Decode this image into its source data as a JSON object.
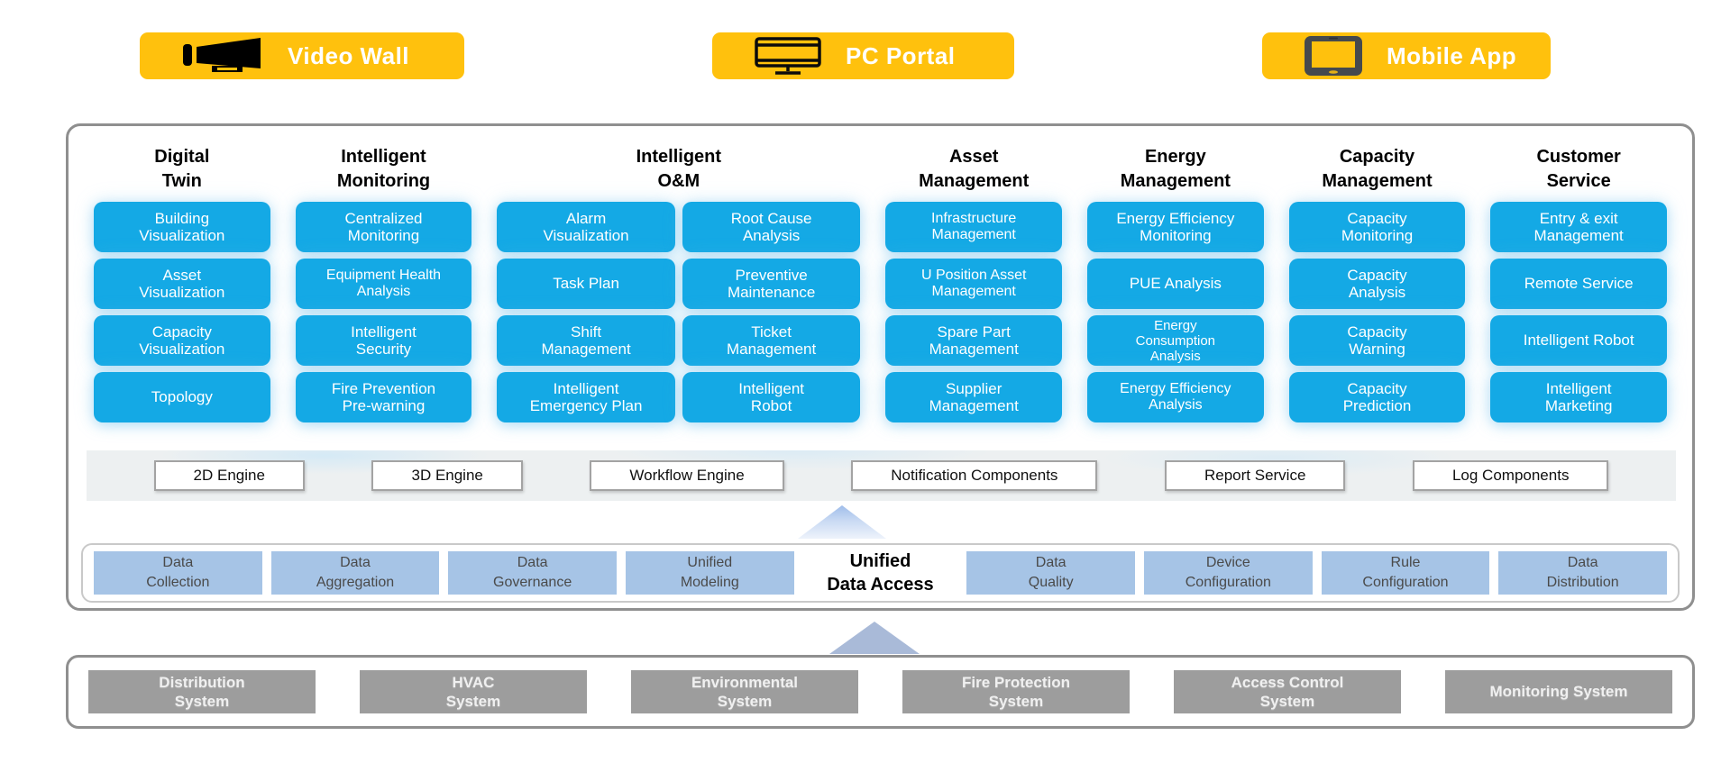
{
  "portals": [
    {
      "label": "Video Wall",
      "icon": "projector-icon"
    },
    {
      "label": "PC Portal",
      "icon": "monitor-icon"
    },
    {
      "label": "Mobile App",
      "icon": "tablet-icon"
    }
  ],
  "columns": [
    {
      "title": [
        "Digital",
        "Twin"
      ],
      "items": [
        [
          "Building",
          "Visualization"
        ],
        [
          "Asset",
          "Visualization"
        ],
        [
          "Capacity",
          "Visualization"
        ],
        [
          "Topology"
        ]
      ]
    },
    {
      "title": [
        "Intelligent",
        "Monitoring"
      ],
      "items": [
        [
          "Centralized",
          "Monitoring"
        ],
        [
          "Equipment Health",
          "Analysis"
        ],
        [
          "Intelligent",
          "Security"
        ],
        [
          "Fire Prevention",
          "Pre-warning"
        ]
      ]
    },
    {
      "title": [
        "Intelligent",
        "O&M"
      ],
      "left_items": [
        [
          "Alarm",
          "Visualization"
        ],
        [
          "Task Plan"
        ],
        [
          "Shift",
          "Management"
        ],
        [
          "Intelligent",
          "Emergency Plan"
        ]
      ],
      "right_items": [
        [
          "Root Cause",
          "Analysis"
        ],
        [
          "Preventive",
          "Maintenance"
        ],
        [
          "Ticket",
          "Management"
        ],
        [
          "Intelligent",
          "Robot"
        ]
      ]
    },
    {
      "title": [
        "Asset",
        "Management"
      ],
      "items": [
        [
          "Infrastructure",
          "Management"
        ],
        [
          "U Position Asset",
          "Management"
        ],
        [
          "Spare Part",
          "Management"
        ],
        [
          "Supplier",
          "Management"
        ]
      ]
    },
    {
      "title": [
        "Energy",
        "Management"
      ],
      "items": [
        [
          "Energy Efficiency",
          "Monitoring"
        ],
        [
          "PUE Analysis"
        ],
        [
          "Energy",
          "Consumption",
          "Analysis"
        ],
        [
          "Energy Efficiency",
          "Analysis"
        ]
      ]
    },
    {
      "title": [
        "Capacity",
        "Management"
      ],
      "items": [
        [
          "Capacity",
          "Monitoring"
        ],
        [
          "Capacity",
          "Analysis"
        ],
        [
          "Capacity",
          "Warning"
        ],
        [
          "Capacity",
          "Prediction"
        ]
      ]
    },
    {
      "title": [
        "Customer",
        "Service"
      ],
      "items": [
        [
          "Entry & exit",
          "Management"
        ],
        [
          "Remote Service"
        ],
        [
          "Intelligent Robot"
        ],
        [
          "Intelligent",
          "Marketing"
        ]
      ]
    }
  ],
  "engines": [
    "2D Engine",
    "3D Engine",
    "Workflow Engine",
    "Notification Components",
    "Report Service",
    "Log Components"
  ],
  "data_access": {
    "left": [
      [
        "Data",
        "Collection"
      ],
      [
        "Data",
        "Aggregation"
      ],
      [
        "Data",
        "Governance"
      ],
      [
        "Unified",
        "Modeling"
      ]
    ],
    "center": [
      "Unified",
      "Data Access"
    ],
    "right": [
      [
        "Data",
        "Quality"
      ],
      [
        "Device",
        "Configuration"
      ],
      [
        "Rule",
        "Configuration"
      ],
      [
        "Data",
        "Distribution"
      ]
    ]
  },
  "systems": [
    [
      "Distribution",
      "System"
    ],
    [
      "HVAC",
      "System"
    ],
    [
      "Environmental",
      "System"
    ],
    [
      "Fire Protection",
      "System"
    ],
    [
      "Access Control",
      "System"
    ],
    [
      "Monitoring System"
    ]
  ],
  "colors": {
    "portal_yellow": "#FFC10D",
    "module_blue": "#14A9E5",
    "data_blue": "#A6C4E6",
    "system_gray": "#9D9D9D",
    "panel_border": "#8F8F8F",
    "arrow_blue": "#A9BAD8"
  }
}
